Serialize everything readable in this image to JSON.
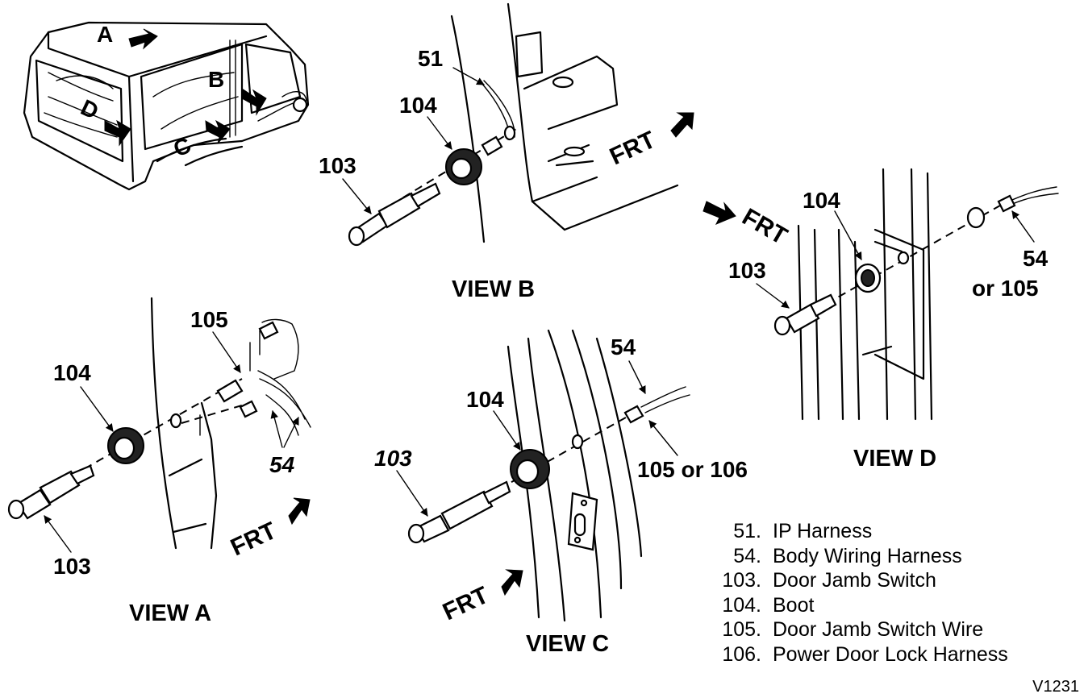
{
  "vehicle_locators": {
    "a": "A",
    "b": "B",
    "c": "C",
    "d": "D"
  },
  "views": {
    "a": {
      "title": "VIEW A",
      "frt": "FRT",
      "callouts": {
        "c105": "105",
        "c104": "104",
        "c54": "54",
        "c103": "103"
      }
    },
    "b": {
      "title": "VIEW B",
      "frt": "FRT",
      "callouts": {
        "c51": "51",
        "c104": "104",
        "c103": "103"
      }
    },
    "c": {
      "title": "VIEW C",
      "frt": "FRT",
      "callouts": {
        "c54": "54",
        "c104": "104",
        "c103": "103",
        "c105_106": "105 or 106"
      }
    },
    "d": {
      "title": "VIEW D",
      "frt": "FRT",
      "callouts": {
        "c104": "104",
        "c103": "103",
        "c54": "54",
        "c105": "or 105"
      }
    }
  },
  "legend": [
    {
      "num": "51.",
      "label": "IP Harness"
    },
    {
      "num": "54.",
      "label": "Body Wiring Harness"
    },
    {
      "num": "103.",
      "label": "Door Jamb Switch"
    },
    {
      "num": "104.",
      "label": "Boot"
    },
    {
      "num": "105.",
      "label": "Door Jamb Switch Wire"
    },
    {
      "num": "106.",
      "label": "Power Door Lock Harness"
    }
  ],
  "figure_id": "V1231"
}
